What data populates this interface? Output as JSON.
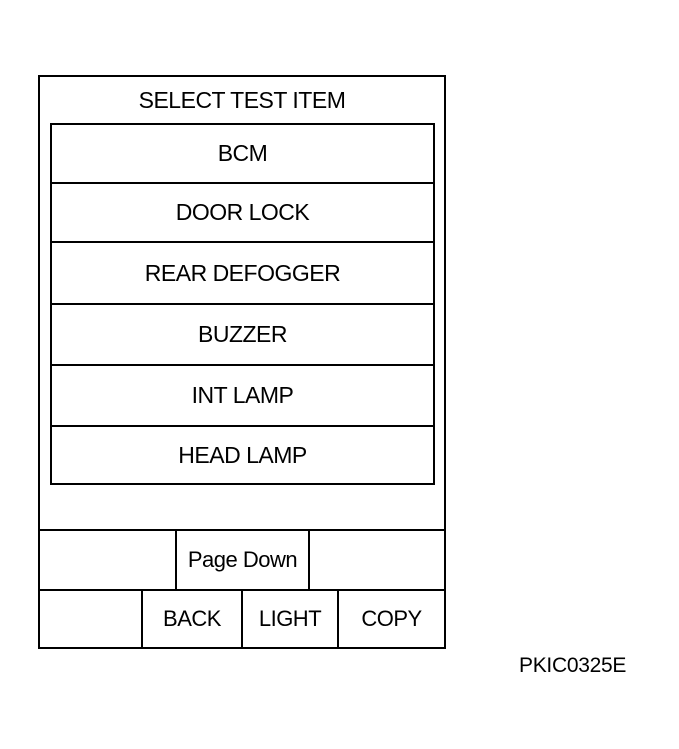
{
  "screen": {
    "title": "SELECT TEST ITEM",
    "items": [
      {
        "label": "BCM"
      },
      {
        "label": "DOOR LOCK"
      },
      {
        "label": "REAR DEFOGGER"
      },
      {
        "label": "BUZZER"
      },
      {
        "label": "INT LAMP"
      },
      {
        "label": "HEAD LAMP"
      }
    ],
    "nav": {
      "page_down_label": "Page Down"
    },
    "bottom": {
      "back_label": "BACK",
      "light_label": "LIGHT",
      "copy_label": "COPY"
    }
  },
  "figure_code": "PKIC0325E"
}
